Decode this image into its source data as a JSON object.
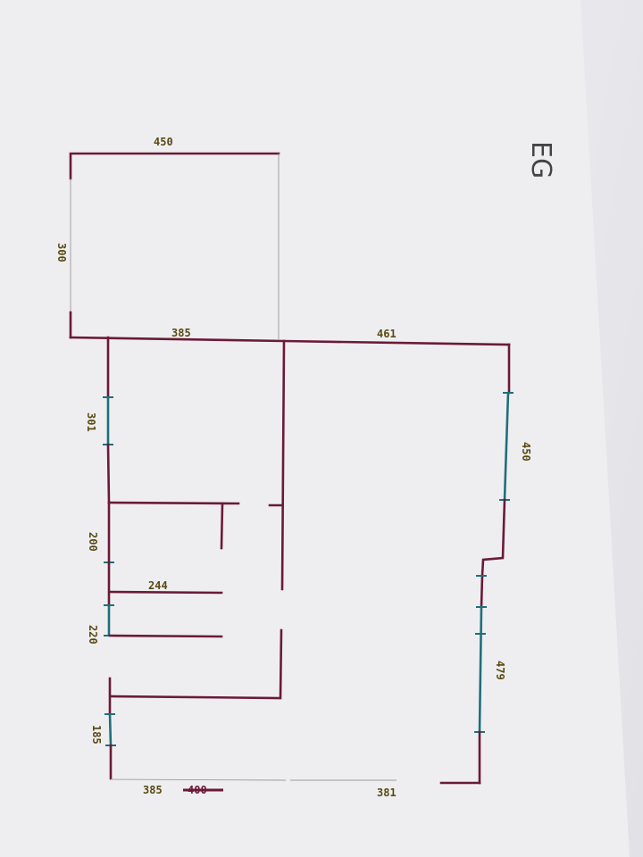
{
  "label": "EG",
  "dimensions": {
    "top_room_width": "450",
    "top_room_depth": "300",
    "middle_wall": "385",
    "right_top_wall": "461",
    "right_upper_side": "450",
    "right_lower_side": "479",
    "left_seg_1": "301",
    "left_seg_2": "200",
    "inner_wall": "244",
    "left_seg_3": "220",
    "left_seg_4": "185",
    "bottom_left": "385",
    "bottom_left_crossed": "400",
    "bottom_right": "381"
  },
  "colors": {
    "wall": "#6b1a36",
    "dimension_line": "#1f6f7a",
    "text": "#5a4a12"
  }
}
